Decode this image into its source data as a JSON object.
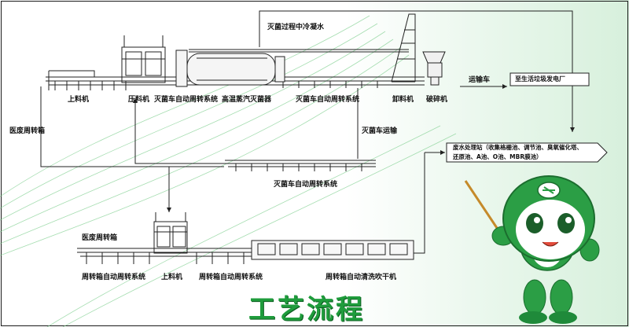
{
  "title": "工艺流程",
  "labels": {
    "cooling_water": "灭菌过程中冷凝水",
    "loader_top": "上料机",
    "press": "压料机",
    "sterilizer_cart_circ_top": "灭菌车自动周转系统",
    "steam_sterilizer": "高温蒸汽灭菌器",
    "sterilizer_cart_circ_mid": "灭菌车自动周转系统",
    "unloader": "卸料机",
    "crusher": "破碎机",
    "transport_truck": "运输车",
    "sterilizer_cart_transport": "灭菌车运输",
    "sterilizer_cart_circ_return": "灭菌车自动周转系统",
    "medical_box_left": "医废周转箱",
    "medical_box_bottom": "医废周转箱",
    "box_circ_system": "周转箱自动周转系统",
    "loader_bottom": "上料机",
    "box_circ_system_2": "周转箱自动周转系统",
    "box_wash_dry": "周转箱自动清洗吹干机"
  },
  "boxes": {
    "power_plant": "至生活垃圾发电厂",
    "wastewater_line1": "废水处理站（收集格栅池、调节池、臭氧催化塔、",
    "wastewater_line2": "还原池、A池、O池、MBR膜池）"
  },
  "colors": {
    "accent_green": "#1f9c3c",
    "line": "#222222"
  }
}
